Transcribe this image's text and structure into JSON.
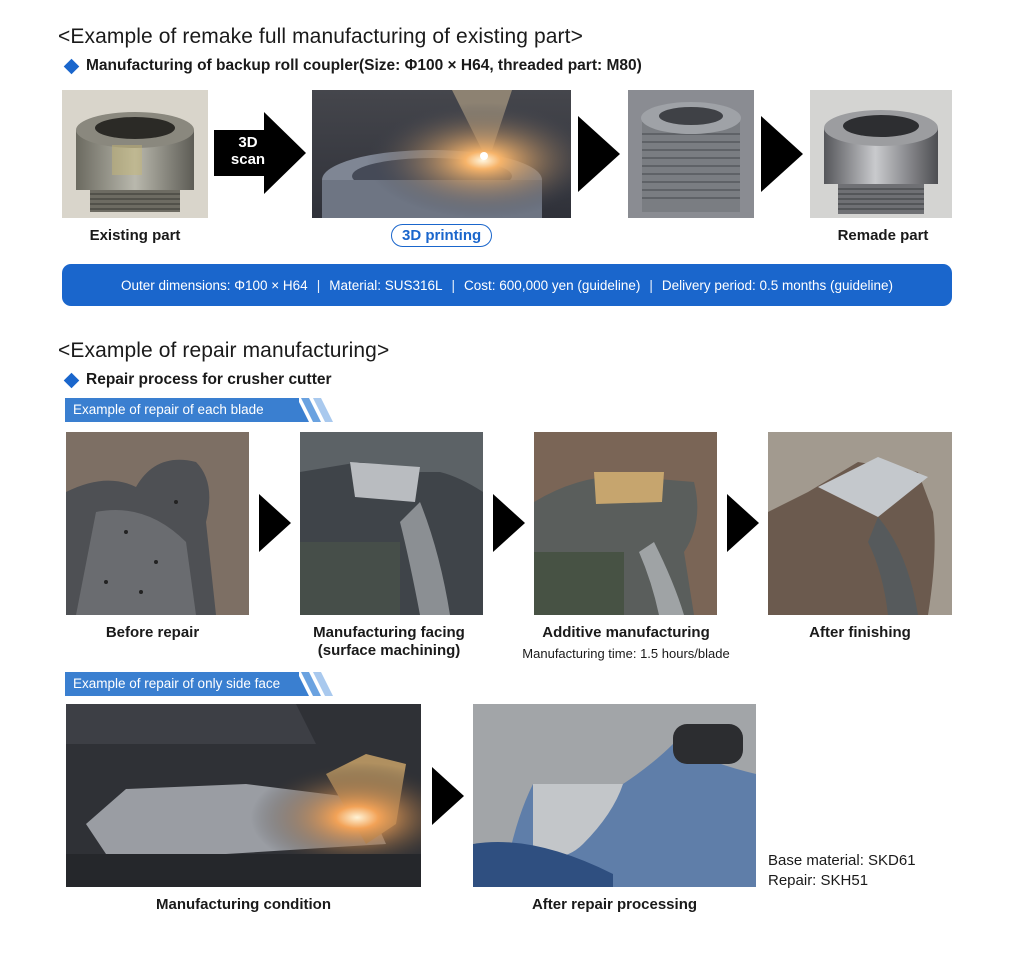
{
  "section1": {
    "title": "<Example of remake full manufacturing of existing part>",
    "subtitle": "Manufacturing of backup roll coupler(Size: Φ100 × H64, threaded part: M80)",
    "scan_arrow_label": "3D scan",
    "captions": {
      "existing": "Existing part",
      "printing": "3D printing",
      "remade": "Remade part"
    },
    "specs": [
      "Outer dimensions: Φ100 × H64",
      "Material: SUS316L",
      "Cost: 600,000 yen (guideline)",
      "Delivery period: 0.5 months (guideline)"
    ],
    "separator": "|"
  },
  "section2": {
    "title": "<Example of repair manufacturing>",
    "subtitle": "Repair process for crusher cutter",
    "blade_label": "Example of repair of each blade",
    "blade_captions": [
      "Before repair",
      "Manufacturing facing (surface machining)",
      "Additive manufacturing",
      "After finishing"
    ],
    "blade_note": "Manufacturing time: 1.5 hours/blade",
    "side_label": "Example of repair of only side face",
    "side_captions": [
      "Manufacturing condition",
      "After repair processing"
    ],
    "materials": {
      "base": "Base material: SKD61",
      "repair": "Repair: SKH51"
    }
  },
  "colors": {
    "accent_blue": "#1a66cc",
    "label_blue": "#3a7fd0"
  }
}
